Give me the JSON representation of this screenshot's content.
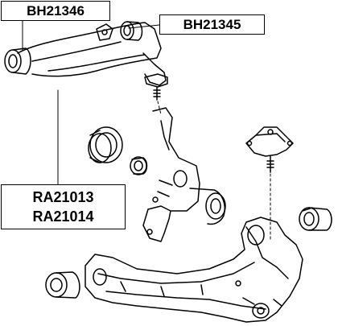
{
  "labels": {
    "top_left": "BH21346",
    "top_right": "BH21345",
    "bottom_left_1": "RA21013",
    "bottom_left_2": "RA21014"
  }
}
